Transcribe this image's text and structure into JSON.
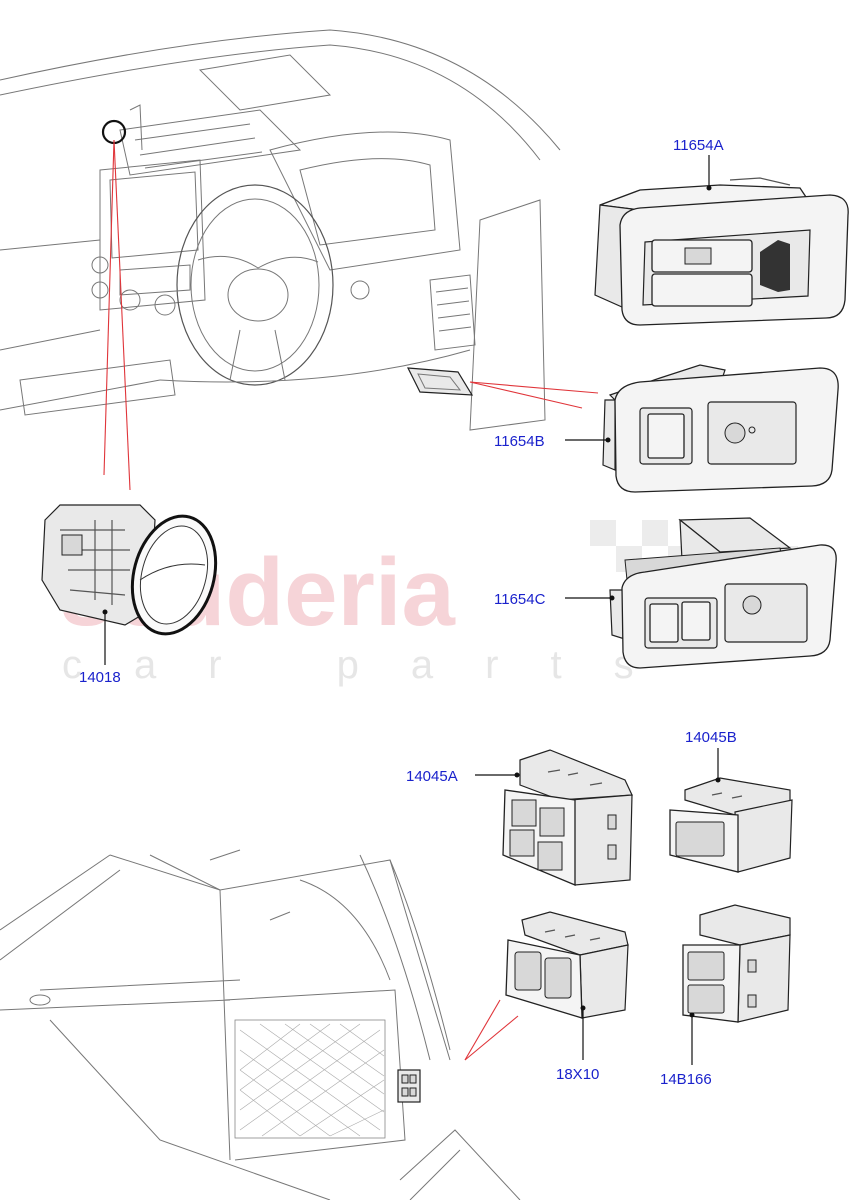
{
  "watermark": {
    "main": "scuderia",
    "sub": "car parts"
  },
  "parts": [
    {
      "id": "p-11654a",
      "label": "11654A"
    },
    {
      "id": "p-11654b",
      "label": "11654B"
    },
    {
      "id": "p-11654c",
      "label": "11654C"
    },
    {
      "id": "p-14018",
      "label": "14018"
    },
    {
      "id": "p-14045a",
      "label": "14045A"
    },
    {
      "id": "p-14045b",
      "label": "14045B"
    },
    {
      "id": "p-18x10",
      "label": "18X10"
    },
    {
      "id": "p-14b166",
      "label": "14B166"
    }
  ],
  "colors": {
    "label": "#1a22cc",
    "callout_line": "#e0353a",
    "watermark": "#f3c6cb"
  }
}
